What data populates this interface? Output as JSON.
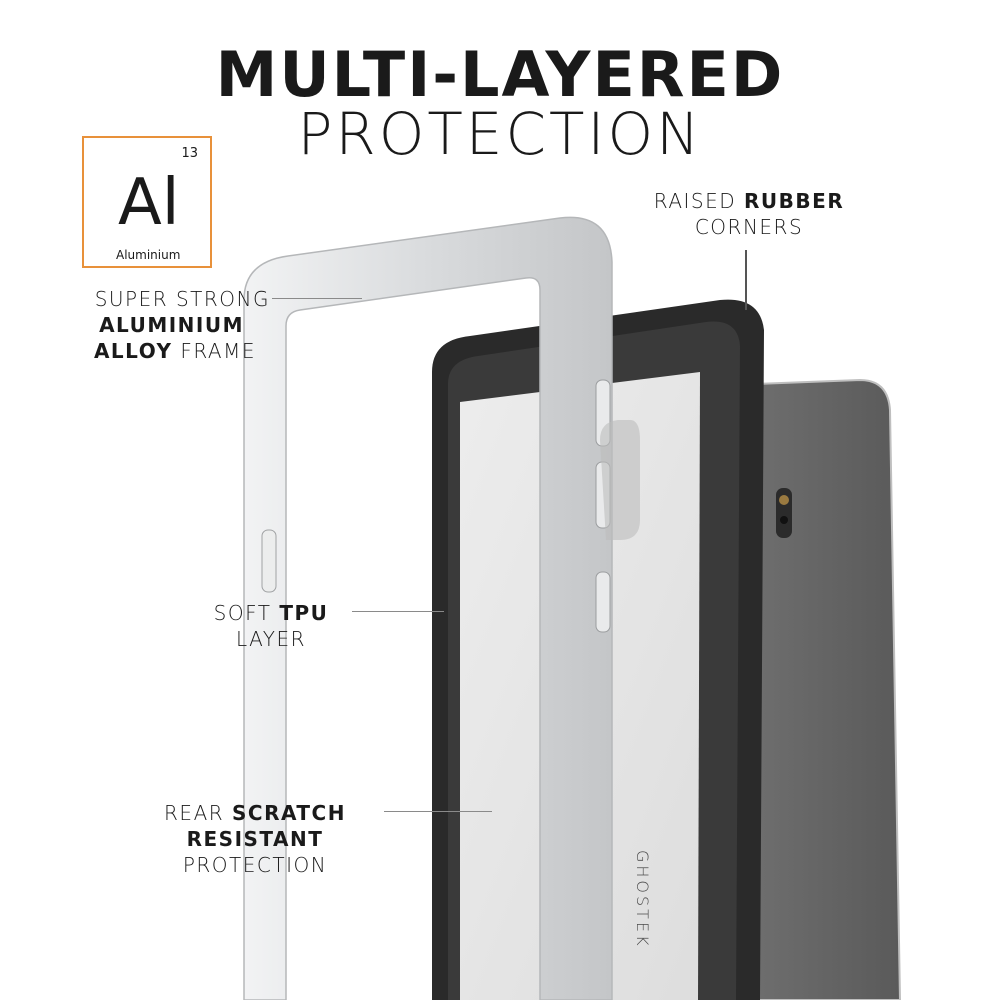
{
  "heading": {
    "line1": "MULTI-LAYERED",
    "line2": "PROTECTION"
  },
  "element_tile": {
    "number": "13",
    "symbol": "Al",
    "name": "Aluminium",
    "border_color": "#e8913a"
  },
  "callouts": {
    "aluminium": {
      "line1": "SUPER STRONG",
      "line2_bold": "ALUMINIUM",
      "line3_bold": "ALLOY",
      "line3_rest": " FRAME"
    },
    "rubber": {
      "line1_regular": "RAISED ",
      "line1_bold": "RUBBER",
      "line2": "CORNERS"
    },
    "tpu": {
      "line1_regular": "SOFT ",
      "line1_bold": "TPU",
      "line2": "LAYER"
    },
    "scratch": {
      "line1_regular": "REAR ",
      "line1_bold": "SCRATCH",
      "line2_bold": "RESISTANT",
      "line3": "PROTECTION"
    }
  },
  "brand_mark": "GHOSTEK",
  "colors": {
    "frame_silver": "#d6d8da",
    "tpu_black": "#2a2a2a",
    "phone_gray": "#7a7a7a"
  }
}
